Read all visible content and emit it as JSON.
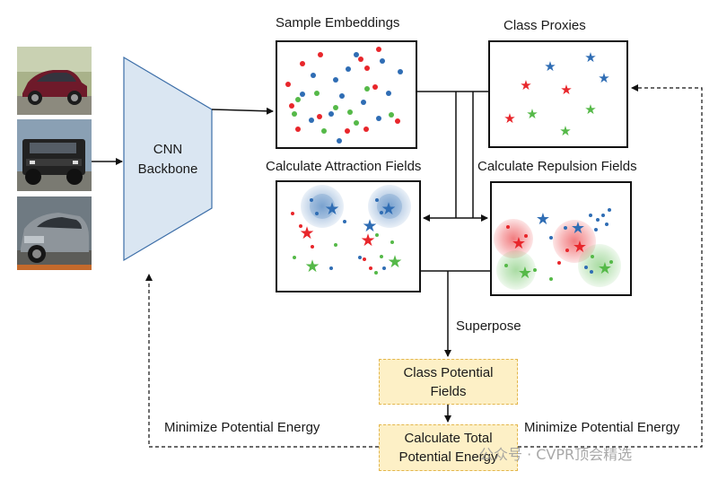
{
  "cnn": {
    "line1": "CNN",
    "line2": "Backbone"
  },
  "panels": {
    "sample_embeddings": "Sample Embeddings",
    "class_proxies": "Class Proxies",
    "attraction": "Calculate Attraction Fields",
    "repulsion": "Calculate Repulsion Fields"
  },
  "superpose": "Superpose",
  "potential_fields": {
    "line1": "Class Potential",
    "line2": "Fields"
  },
  "total_energy": {
    "line1": "Calculate Total",
    "line2": "Potential Energy"
  },
  "minimize_left": "Minimize Potential Energy",
  "minimize_right": "Minimize Potential Energy",
  "watermark": "公众号 · CVPR顶会精选",
  "colors": {
    "red": "#e8262b",
    "blue": "#2f6db4",
    "green": "#55b948",
    "backbone": "#dae6f2"
  }
}
